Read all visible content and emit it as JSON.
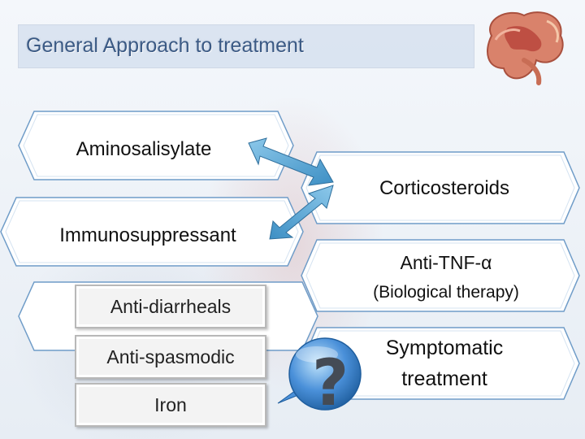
{
  "slide": {
    "title": "General Approach to treatment"
  },
  "left_column": [
    {
      "label": "Aminosalisylate"
    },
    {
      "label": "Immunosuppressant"
    }
  ],
  "right_column": [
    {
      "label": "Corticosteroids"
    },
    {
      "label_line1": "Anti-TNF-α",
      "label_line2": "(Biological therapy)"
    },
    {
      "label_line1": "Symptomatic",
      "label_line2": "treatment"
    }
  ],
  "symptomatic_list": [
    {
      "label": "Anti-diarrheals"
    },
    {
      "label": "Anti-spasmodic"
    },
    {
      "label": "Iron"
    }
  ],
  "question_bubble": {
    "glyph": "?"
  },
  "colors": {
    "title_text": "#3b5a85",
    "arrow_fill": "#5aa7d4",
    "question_blue": "#4a90d9",
    "hex_stroke": "#6f9cc8"
  }
}
